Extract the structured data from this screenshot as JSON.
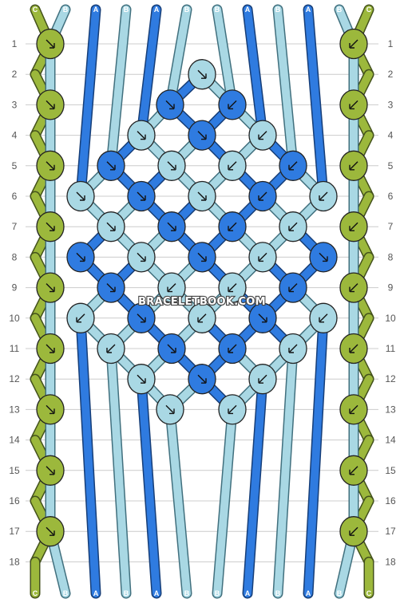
{
  "watermark": "BRACELETBOOK.COM",
  "colors": {
    "A": {
      "fill": "#2f7be0",
      "stroke": "#163e78"
    },
    "B": {
      "fill": "#a9d8e4",
      "stroke": "#41707e"
    },
    "C": {
      "fill": "#9cb83c",
      "stroke": "#44521c"
    },
    "grid": "#cccccc",
    "knot_outline": "#222222"
  },
  "strings_top": [
    "C",
    "B",
    "A",
    "B",
    "A",
    "B",
    "B",
    "A",
    "B",
    "A",
    "B",
    "C"
  ],
  "strings_bottom": [
    "C",
    "B",
    "A",
    "B",
    "A",
    "B",
    "B",
    "A",
    "B",
    "A",
    "B",
    "C"
  ],
  "rows": [
    "1",
    "2",
    "3",
    "4",
    "5",
    "6",
    "7",
    "8",
    "9",
    "10",
    "11",
    "12",
    "13",
    "14",
    "15",
    "16",
    "17",
    "18"
  ],
  "knot_rows": [
    [
      "0:C:fwd",
      "5:B:fwd",
      "10:C:bk"
    ],
    [
      "3:B:fwd"
    ],
    [
      "0:C:fwd",
      "2:A:fwd",
      "4:A:bk",
      "10:C:bk"
    ],
    [
      "1:B:fwd",
      "3:A:fwd",
      "5:B:bk"
    ],
    [
      "0:C:fwd",
      "0:A:fwd",
      "2:B:fwd",
      "4:B:bk",
      "6:A:bk",
      "10:C:bk"
    ],
    [
      "-1:B:fwd",
      "1:A:fwd",
      "3:B:fwd",
      "5:A:bk",
      "7:B:bk"
    ],
    [
      "0:C:fwd",
      "0:B:fwd",
      "2:A:fwd",
      "4:A:bk",
      "6:B:bk",
      "10:C:bk"
    ],
    [
      "-1:A:fwd",
      "1:B:fwd",
      "3:A:fwd",
      "5:B:bk",
      "7:A:fwd"
    ],
    [
      "0:C:fwd",
      "0:A:fwd",
      "2:B:bk",
      "4:B:fwd",
      "6:A:bk",
      "10:C:bk"
    ],
    [
      "-1:B:bk",
      "1:A:fwd",
      "3:B:bk",
      "5:A:fwd",
      "7:B:bk"
    ],
    [
      "0:C:fwd",
      "0:B:fwd",
      "2:A:fwd",
      "4:A:bk",
      "6:B:bk",
      "10:C:bk"
    ],
    [
      "1:B:fwd",
      "3:A:fwd",
      "5:B:bk"
    ],
    [
      "0:C:fwd",
      "2:B:fwd",
      "4:B:bk",
      "10:C:bk"
    ],
    [],
    [
      "0:C:fwd",
      "10:C:bk"
    ],
    [],
    [
      "0:C:fwd",
      "10:C:bk"
    ],
    []
  ]
}
